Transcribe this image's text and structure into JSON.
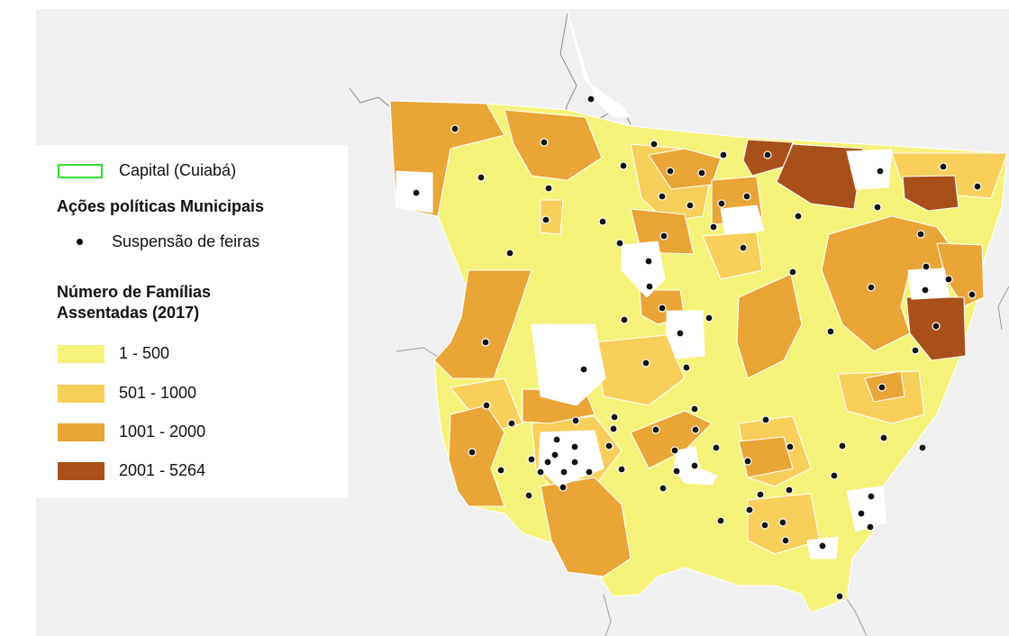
{
  "legend": {
    "capital_label": "Capital (Cuiabá)",
    "capital_outline_color": "#33dd33",
    "actions_title": "Ações políticas Municipais",
    "feira_label": "Suspensão de feiras",
    "feira_symbol": "black-dot",
    "families_title_line1": "Número de Famílias",
    "families_title_line2": "Assentadas (2017)",
    "classes": [
      {
        "label": "1 - 500",
        "color": "#f5f27a"
      },
      {
        "label": "501 - 1000",
        "color": "#f7cf5a"
      },
      {
        "label": "1001 - 2000",
        "color": "#e9a536"
      },
      {
        "label": "2001  -  5264",
        "color": "#a9501a"
      }
    ]
  },
  "map": {
    "no_data_color": "#f0f0f0",
    "outside_color": "#f0f0f0"
  }
}
